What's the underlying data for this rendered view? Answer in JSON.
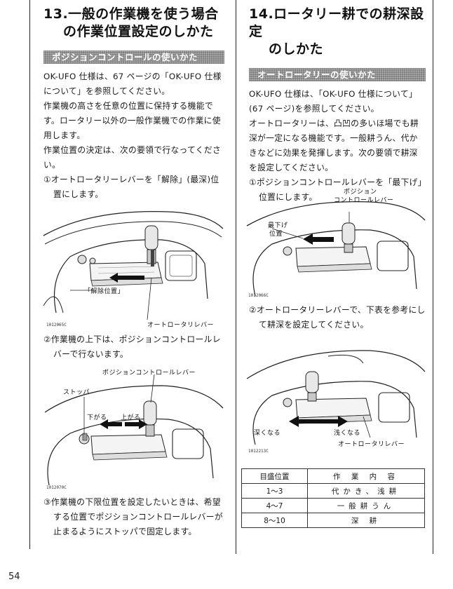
{
  "left": {
    "title_line1": "13.一般の作業機を使う場合",
    "title_line2": "の作業位置設定のしかた",
    "bar": "ポジションコントロールの使いかた",
    "paragraphs": [
      "OK-UFO 仕様は、67 ページの「OK-UFO 仕様について」を参照してください。",
      "作業機の高さを任意の位置に保持する機能です。ロータリー以外の一般作業機での作業に使用します。",
      "作業位置の決定は、次の要領で行なってください。"
    ],
    "step1": "①オートロータリーレバーを「解除」(最深)位置にします。",
    "step2": "②作業機の上下は、ポジションコントロールレバーで行ないます。",
    "step3": "③作業機の下限位置を設定したいときは、希望する位置でポジションコントロールレバーが止まるようにストッパで固定します。",
    "fig1": {
      "label_release": "「解除位置」",
      "label_lever": "オートロータリレバー",
      "code": "1012065C"
    },
    "fig2": {
      "label_lever": "ポジションコントロールレバー",
      "label_stopper": "ストッパ",
      "label_down": "下がる",
      "label_up": "上がる",
      "code": "1012070C"
    }
  },
  "right": {
    "title_line1": "14.ロータリー耕での耕深設定",
    "title_line2": "のしかた",
    "bar": "オートロータリーの使いかた",
    "paragraphs": [
      "OK-UFO 仕様は、「OK-UFO 仕様について」(67 ページ)を参照してください。",
      "オートロータリーは、凸凹の多いほ場でも耕深が一定になる機能です。一般耕うん、代かきなどに効果を発揮します。次の要領で耕深を設定してください。"
    ],
    "step1": "①ポジションコントロールレバーを「最下げ」位置にします。",
    "step2": "②オートロータリーレバーで、下表を参考にして耕深を設定してください。",
    "fig3": {
      "label_lever_1": "ポジション",
      "label_lever_2": "コントロールレバー",
      "label_lowest_1": "最下げ",
      "label_lowest_2": "位置",
      "code": "1012066C"
    },
    "fig4": {
      "label_deep": "深くなる",
      "label_shallow": "浅くなる",
      "label_lever": "オートロータリレバー",
      "code": "1012213C"
    },
    "table": {
      "headers": [
        "目盛位置",
        "作 業 内 容"
      ],
      "rows": [
        [
          "1～3",
          "代かき、浅耕"
        ],
        [
          "4～7",
          "一般耕うん"
        ],
        [
          "8～10",
          "深 耕"
        ]
      ]
    }
  },
  "page_number": "54"
}
